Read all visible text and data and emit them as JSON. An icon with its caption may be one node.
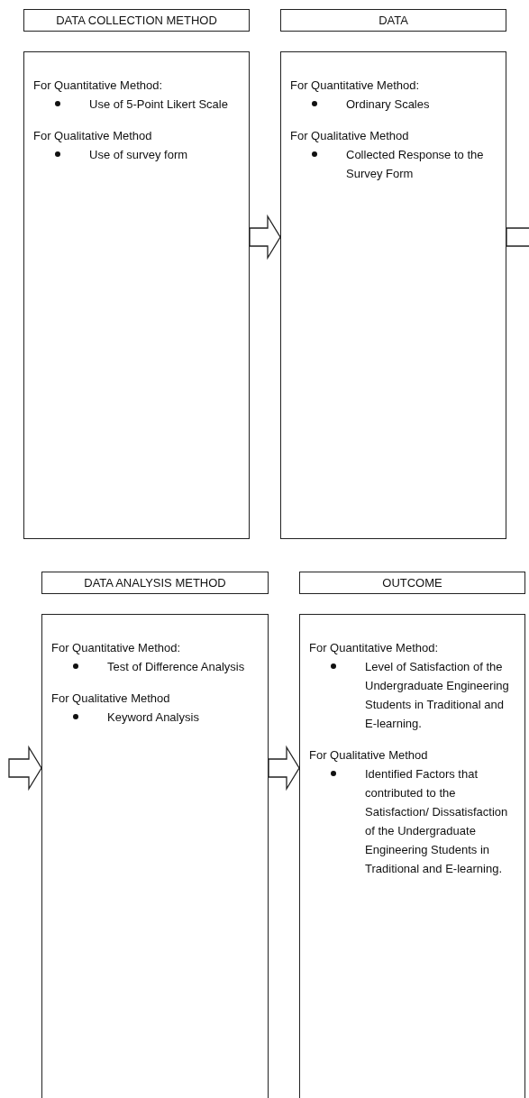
{
  "diagram": {
    "nodes": [
      {
        "text": [
          "DATA COLLECTION METHOD"
        ]
      },
      {
        "text": [
          "For Quantitative Method:",
          "Use of 5-Point Likert Scale",
          "For Qualitative Method",
          "Use of survey form"
        ]
      },
      {
        "text": [
          "DATA"
        ]
      },
      {
        "text": [
          "For Quantitative Method:",
          "Ordinary Scales",
          "For Qualitative Method",
          "Collected Response to the Survey Form"
        ]
      },
      {
        "text": [
          "DATA ANALYSIS METHOD"
        ]
      },
      {
        "text": [
          "For Quantitative Method:",
          "Test of Difference Analysis",
          "For Qualitative Method",
          "Keyword Analysis"
        ]
      },
      {
        "text": [
          "OUTCOME"
        ]
      },
      {
        "text": [
          "For Quantitative Method:",
          "Level of Satisfaction of the Undergraduate Engineering Students in Traditional and E-learning.",
          "For Qualitative Method",
          "Identified Factors that contributed to the Satisfaction/ Dissatisfaction of the Undergraduate Engineering Students in Traditional and E-learning."
        ]
      }
    ],
    "edges": [
      {
        "from": 1,
        "to": 3,
        "arrow": "to"
      },
      {
        "from": 3,
        "to": null,
        "arrow": "to"
      },
      {
        "from": null,
        "to": 5,
        "arrow": "to"
      },
      {
        "from": 5,
        "to": 7,
        "arrow": "to"
      }
    ]
  }
}
